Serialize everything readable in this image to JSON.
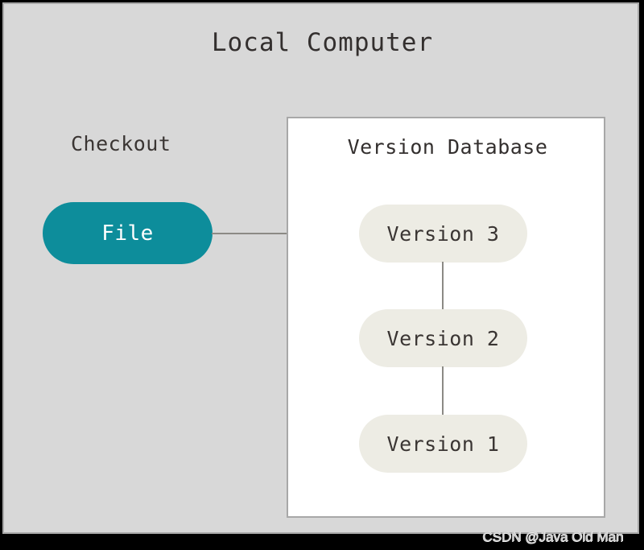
{
  "diagram": {
    "title": "Local Computer",
    "checkout_label": "Checkout",
    "file_node_label": "File",
    "version_database": {
      "title": "Version Database",
      "versions": [
        {
          "label": "Version 3"
        },
        {
          "label": "Version 2"
        },
        {
          "label": "Version 1"
        }
      ]
    }
  },
  "watermark": {
    "text": "CSDN @Java Old Man"
  },
  "colors": {
    "background": "#d8d8d8",
    "outer_border": "#a8a8a8",
    "file_node": "#0d8d9b",
    "file_node_text": "#ffffff",
    "version_node": "#edece4",
    "version_node_text": "#3a3533",
    "database_box": "#ffffff",
    "connector": "#8c8a85",
    "title_text": "#332f2e",
    "watermark_text": "#c9c9c9"
  }
}
